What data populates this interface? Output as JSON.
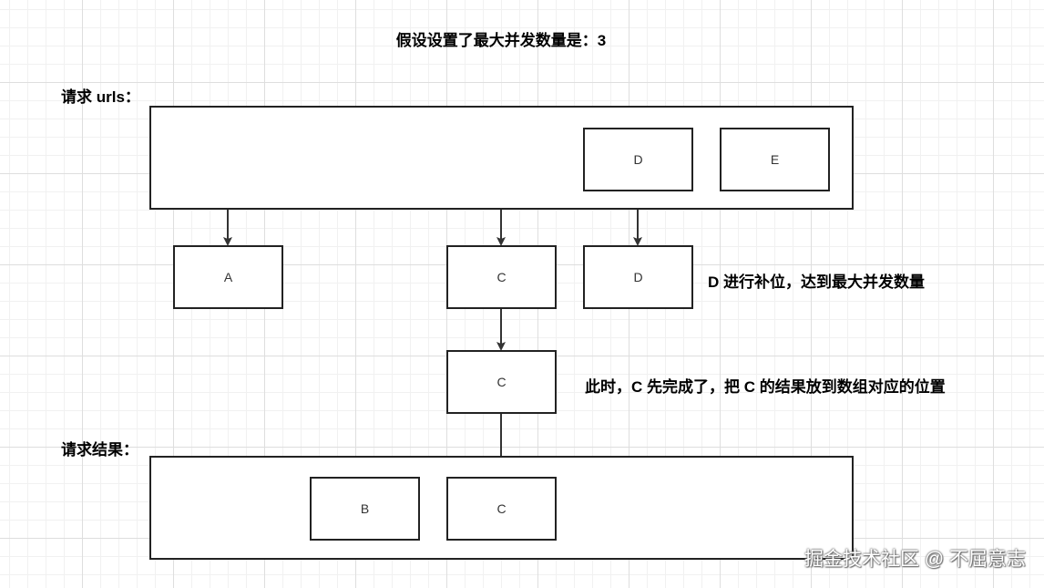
{
  "title": "假设设置了最大并发数量是：3",
  "labels": {
    "request_urls": "请求 urls：",
    "request_results": "请求结果："
  },
  "boxes": {
    "queue_d": "D",
    "queue_e": "E",
    "active_a": "A",
    "active_c": "C",
    "active_d": "D",
    "done_c": "C",
    "result_b": "B",
    "result_c": "C"
  },
  "annotations": {
    "d_fill": "D 进行补位，达到最大并发数量",
    "c_done": "此时，C 先完成了，把 C 的结果放到数组对应的位置"
  },
  "watermark": "掘金技术社区 @ 不屈意志"
}
